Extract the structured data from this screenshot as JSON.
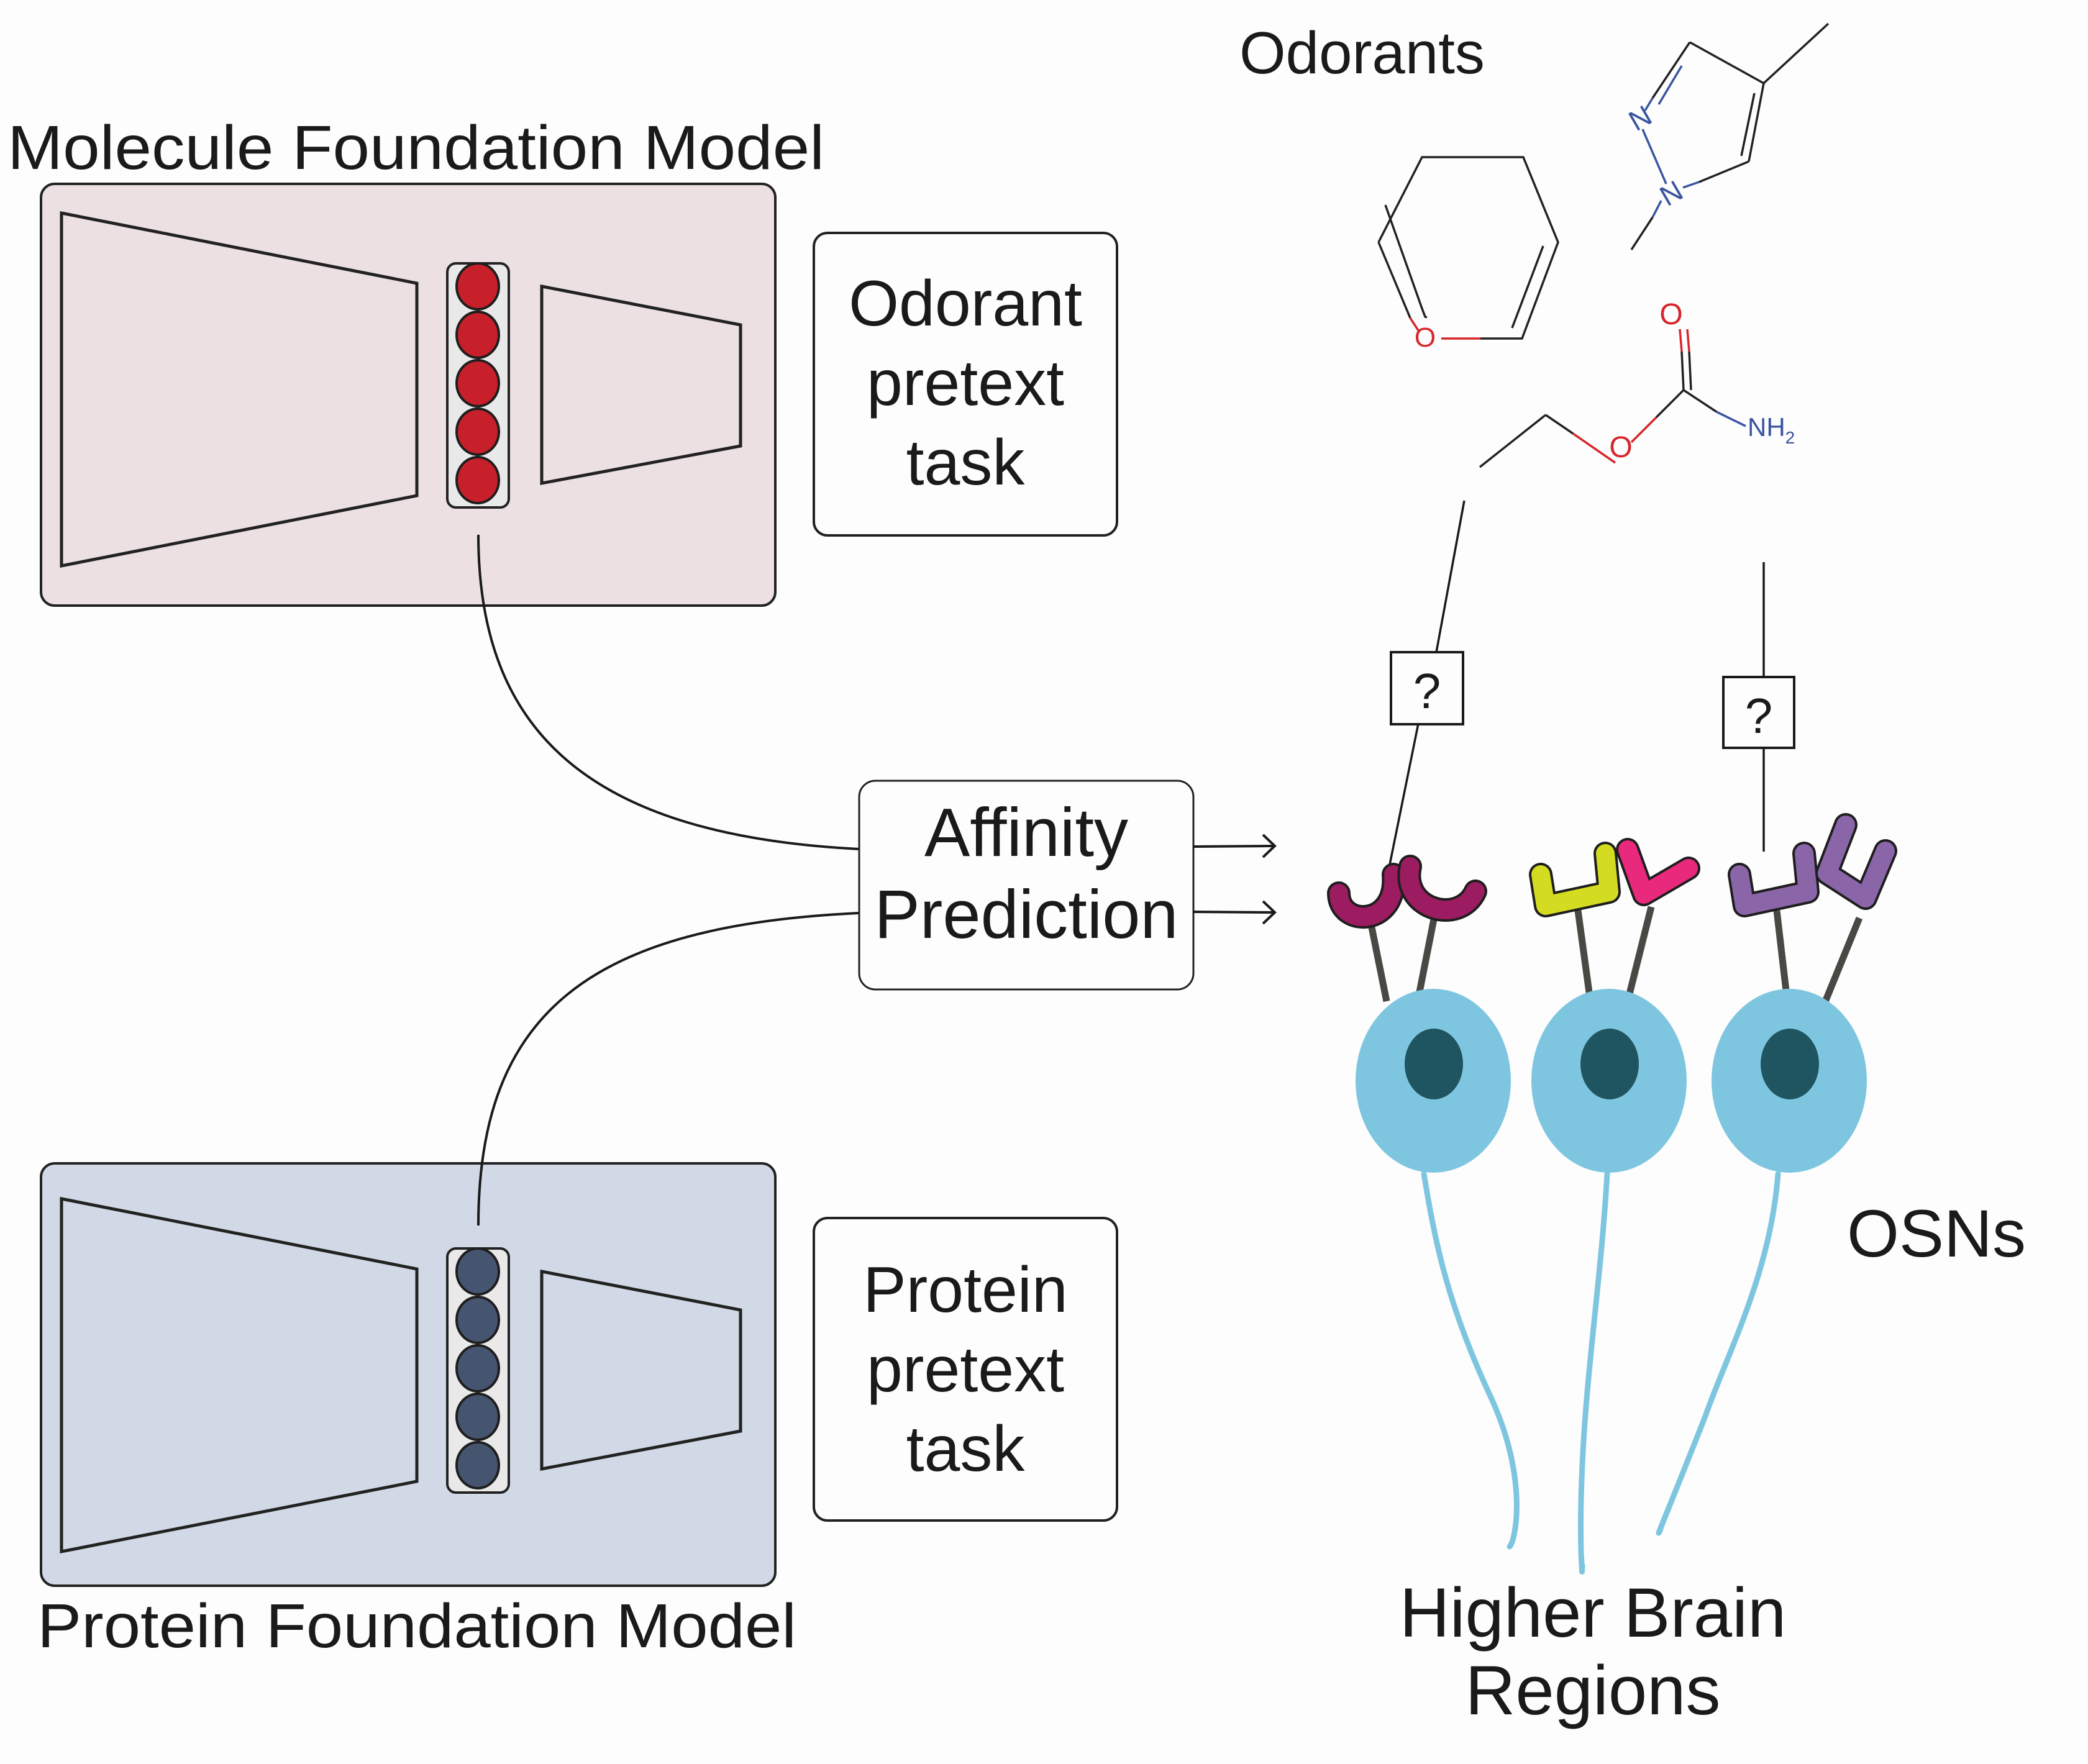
{
  "titles": {
    "molecule_model": "Molecule Foundation Model",
    "protein_model": "Protein Foundation Model",
    "odorants": "Odorants",
    "osns": "OSNs",
    "higher_brain": [
      "Higher Brain",
      "Regions"
    ]
  },
  "boxes": {
    "odorant_pretext": [
      "Odorant",
      "pretext",
      "task"
    ],
    "protein_pretext": [
      "Protein",
      "pretext",
      "task"
    ],
    "affinity": [
      "Affinity",
      "Prediction"
    ]
  },
  "unknown_marks": [
    "?",
    "?"
  ],
  "molecules": {
    "pyran": {
      "atoms": [
        "O"
      ]
    },
    "pyrazole": {
      "atoms": [
        "N",
        "N"
      ]
    },
    "carbamate": {
      "atoms": [
        "O",
        "O",
        "NH",
        "2"
      ]
    }
  },
  "colors": {
    "molecule_panel": "#ece0e3",
    "protein_panel": "#d0d9e5",
    "latent_molecule": "#c8202a",
    "latent_protein": "#46556f",
    "cell_body": "#7ec6e0",
    "nucleus": "#1f5560",
    "receptor_magenta": "#9b1c60",
    "receptor_yellow": "#d4dc22",
    "receptor_pink": "#e8297c",
    "receptor_purple": "#8a65a8",
    "heteroatom_O": "#d7262b",
    "heteroatom_N": "#3a54a0"
  }
}
